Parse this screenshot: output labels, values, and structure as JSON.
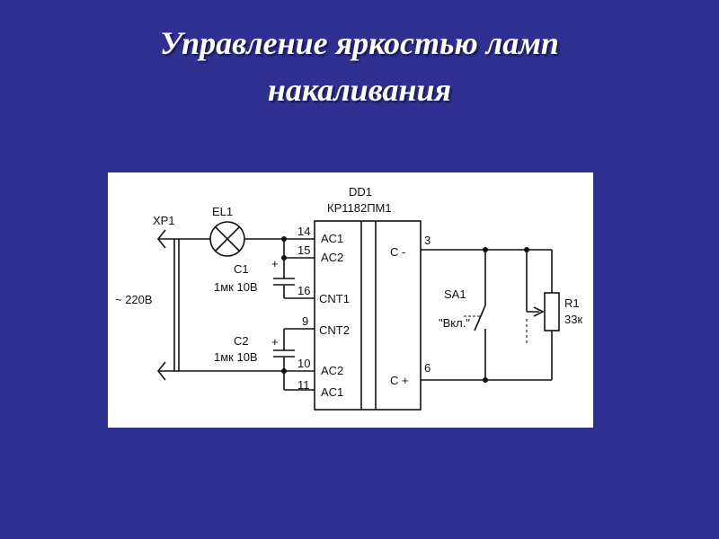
{
  "slide": {
    "title_line1": "Управление яркостью ламп",
    "title_line2": "накаливания"
  },
  "schematic": {
    "chip_ref": "DD1",
    "chip_part": "КР1182ПМ1",
    "connector": "XP1",
    "voltage": "~ 220В",
    "lamp": "EL1",
    "c1_ref": "C1",
    "c1_value": "1мк 10В",
    "c2_ref": "C2",
    "c2_value": "1мк 10В",
    "switch_ref": "SA1",
    "switch_label": "\"Вкл.\"",
    "r1_ref": "R1",
    "r1_value": "33к",
    "pins_left": [
      {
        "num": "14",
        "name": "AC1"
      },
      {
        "num": "15",
        "name": "AC2"
      },
      {
        "num": "16",
        "name": "CNT1"
      },
      {
        "num": "9",
        "name": "CNT2"
      },
      {
        "num": "10",
        "name": "AC2"
      },
      {
        "num": "11",
        "name": "AC1"
      }
    ],
    "pins_right": [
      {
        "num": "3",
        "name": "C -"
      },
      {
        "num": "6",
        "name": "C +"
      }
    ],
    "plus": "+"
  }
}
